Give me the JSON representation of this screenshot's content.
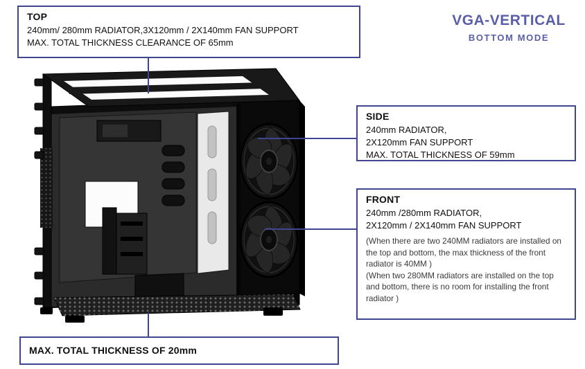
{
  "brand": {
    "title": "VGA-VERTICAL",
    "subtitle": "BOTTOM MODE"
  },
  "callouts": {
    "top": {
      "title": "TOP",
      "line1": "240mm/ 280mm RADIATOR,3X120mm / 2X140mm FAN SUPPORT",
      "line2": "MAX. TOTAL THICKNESS CLEARANCE OF 65mm"
    },
    "side": {
      "title": "SIDE",
      "line1": "240mm RADIATOR,",
      "line2": "2X120mm FAN SUPPORT",
      "line3": "MAX. TOTAL THICKNESS OF 59mm"
    },
    "front": {
      "title": "FRONT",
      "line1": "240mm /280mm RADIATOR,",
      "line2": "2X120mm / 2X140mm FAN SUPPORT",
      "note1": "(When there are two 240MM radiators are installed on the top and bottom, the max thickness of the front radiator is 40MM )",
      "note2": "(When two 280MM radiators are installed on the top and bottom, there is no room for installing the front radiator )"
    },
    "bottom": {
      "text": "MAX. TOTAL THICKNESS OF 20mm"
    }
  },
  "illustration": {
    "name": "pc-case-line-art"
  },
  "colors": {
    "accent": "#3f458e",
    "brand": "#5a5fa8"
  }
}
